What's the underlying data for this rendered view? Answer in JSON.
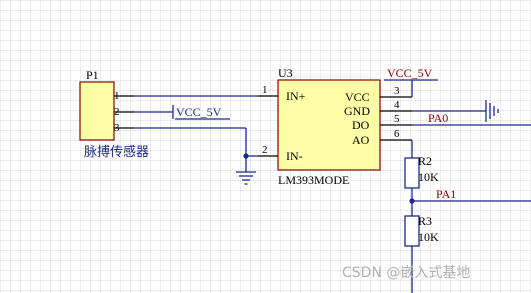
{
  "p1": {
    "designator": "P1",
    "comment": "脉搏传感器",
    "pins": [
      "1",
      "2",
      "3"
    ]
  },
  "u3": {
    "designator": "U3",
    "comment": "LM393MODE",
    "left_pins": [
      {
        "number": "1",
        "name": "IN+"
      },
      {
        "number": "2",
        "name": "IN-"
      }
    ],
    "right_pins": [
      {
        "number": "3",
        "name": "VCC"
      },
      {
        "number": "4",
        "name": "GND"
      },
      {
        "number": "5",
        "name": "DO"
      },
      {
        "number": "6",
        "name": "AO"
      }
    ]
  },
  "nets": {
    "vcc_p1": "VCC_5V",
    "vcc_u3": "VCC_5V",
    "do_net": "PA0",
    "ao_net": "PA1"
  },
  "r2": {
    "designator": "R2",
    "value": "10K"
  },
  "r3": {
    "designator": "R3",
    "value": "10K"
  },
  "watermark": "CSDN @嵌入式基地",
  "colors": {
    "body_fill": "#ffffa8",
    "body_stroke": "#8b0000",
    "wire": "#1c2a8a",
    "net_label": "#8a0000"
  }
}
